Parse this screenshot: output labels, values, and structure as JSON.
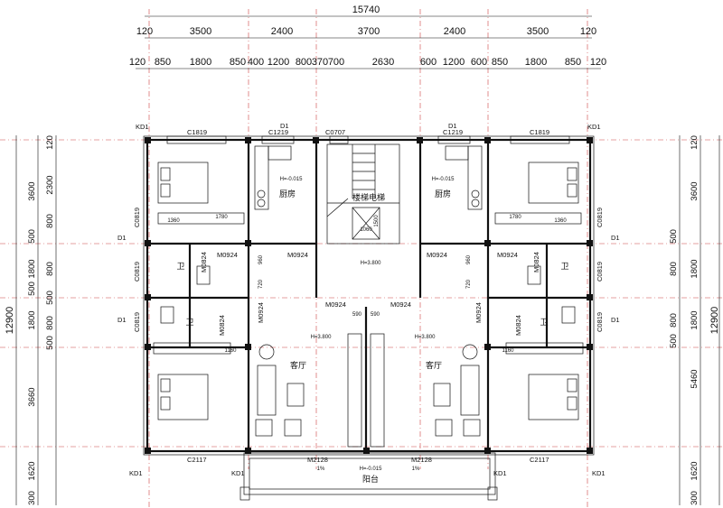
{
  "dims": {
    "overall_top": "15740",
    "top_row1": [
      "120",
      "3500",
      "2400",
      "3700",
      "2400",
      "3500",
      "120"
    ],
    "top_row2": [
      "120",
      "850",
      "1800",
      "850",
      "400",
      "1200",
      "800",
      "370",
      "700",
      "2630",
      "600",
      "1200",
      "600",
      "850",
      "1800",
      "850",
      "120"
    ],
    "left_overall": "12900",
    "left_segments": [
      "120",
      "2300",
      "3600",
      "800",
      "500",
      "1800",
      "800",
      "500",
      "1800",
      "500",
      "800",
      "500",
      "3660",
      "1620",
      "300"
    ],
    "right_overall": "12900",
    "right_segments": [
      "120",
      "3600",
      "500",
      "800",
      "1800",
      "800",
      "500",
      "1800",
      "5460",
      "1620",
      "300"
    ]
  },
  "labels": {
    "kd1": "KD1",
    "c1819": "C1819",
    "c1219": "C1219",
    "c0707": "C0707",
    "c0819": "C0819",
    "c2117": "C2117",
    "d1": "D1",
    "m0924": "M0924",
    "m0824": "M0824",
    "m2128": "M2128",
    "h_kitchen": "H=-0.015",
    "h_stair": "H=3.800",
    "h_balcony": "H=-0.015",
    "w1360": "1360",
    "w1780": "1780",
    "w1160": "1160",
    "w960": "960",
    "w720": "720",
    "w1060": "1060",
    "w1500": "1500",
    "w590": "590",
    "slope": "1%"
  },
  "rooms": {
    "kitchen": "厨房",
    "stair": "楼梯电梯",
    "living": "客厅",
    "bath": "卫",
    "balcony": "阳台"
  },
  "colors": {
    "line": "#111111",
    "axis": "#cc4444",
    "paper": "#ffffff"
  }
}
